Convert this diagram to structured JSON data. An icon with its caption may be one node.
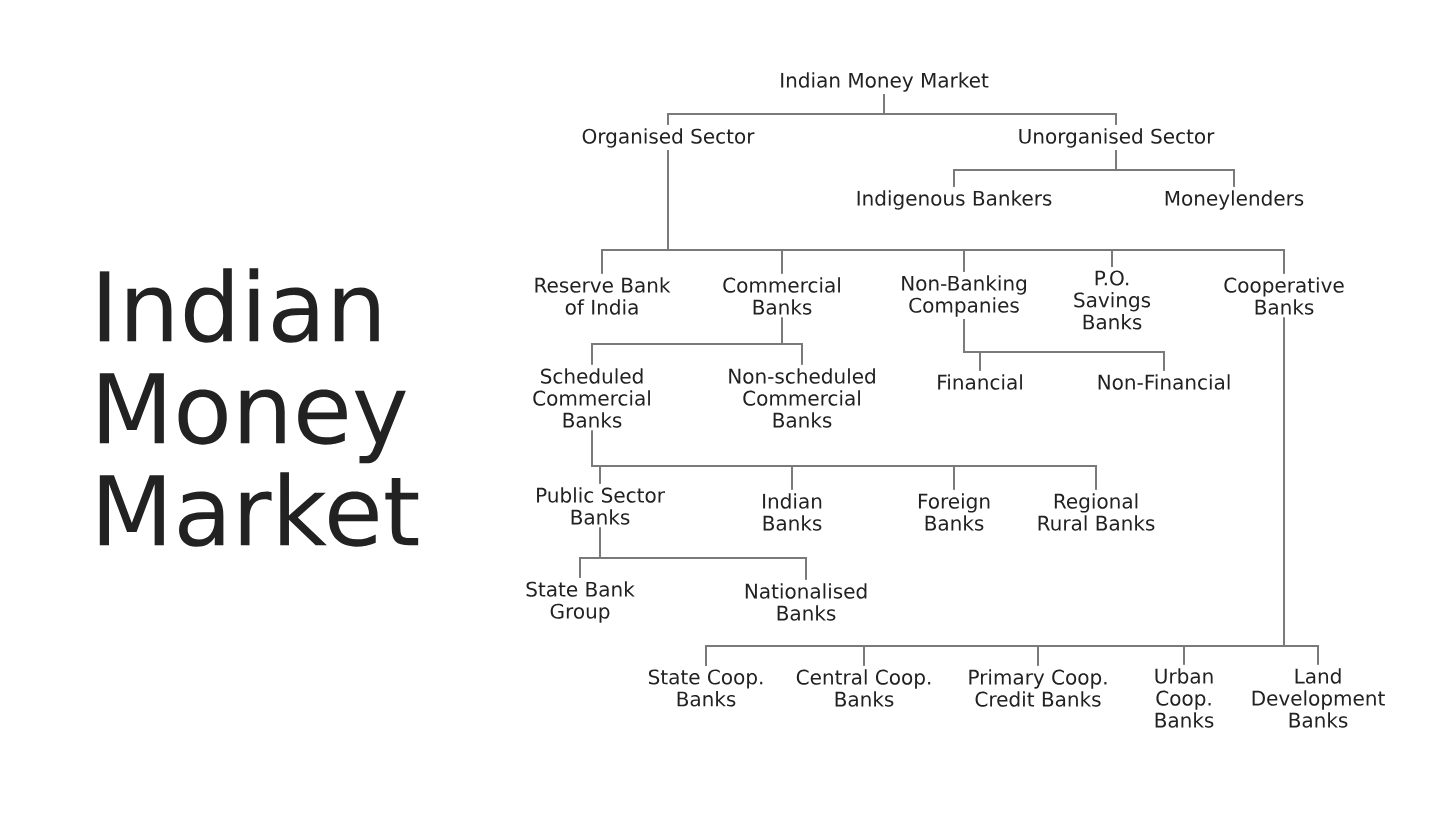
{
  "diagram": {
    "title": "Indian Money Market",
    "nodes": [
      {
        "text": [
          "Indian Money Market"
        ]
      },
      {
        "text": [
          "Organised Sector"
        ]
      },
      {
        "text": [
          "Unorganised Sector"
        ]
      },
      {
        "text": [
          "Indigenous Bankers"
        ]
      },
      {
        "text": [
          "Moneylenders"
        ]
      },
      {
        "text": [
          "Reserve Bank of India"
        ]
      },
      {
        "text": [
          "Commercial Banks"
        ]
      },
      {
        "text": [
          "Non-Banking Companies"
        ]
      },
      {
        "text": [
          "P.O. Savings Banks"
        ]
      },
      {
        "text": [
          "Cooperative Banks"
        ]
      },
      {
        "text": [
          "Scheduled Commercial Banks"
        ]
      },
      {
        "text": [
          "Non-scheduled Commercial Banks"
        ]
      },
      {
        "text": [
          "Financial"
        ]
      },
      {
        "text": [
          "Non-Financial"
        ]
      },
      {
        "text": [
          "Public Sector Banks"
        ]
      },
      {
        "text": [
          "Indian Banks"
        ]
      },
      {
        "text": [
          "Foreign Banks"
        ]
      },
      {
        "text": [
          "Regional Rural Banks"
        ]
      },
      {
        "text": [
          "State Bank Group"
        ]
      },
      {
        "text": [
          "Nationalised Banks"
        ]
      },
      {
        "text": [
          "State Coop. Banks"
        ]
      },
      {
        "text": [
          "Central Coop. Banks"
        ]
      },
      {
        "text": [
          "Primary Coop. Credit Banks"
        ]
      },
      {
        "text": [
          "Urban Coop. Banks"
        ]
      },
      {
        "text": [
          "Land Development Banks"
        ]
      }
    ],
    "edges": [
      {
        "from": 0,
        "to": 1,
        "arrow": "none"
      },
      {
        "from": 0,
        "to": 2,
        "arrow": "none"
      },
      {
        "from": 2,
        "to": 3,
        "arrow": "none"
      },
      {
        "from": 2,
        "to": 4,
        "arrow": "none"
      },
      {
        "from": 1,
        "to": 5,
        "arrow": "none"
      },
      {
        "from": 1,
        "to": 6,
        "arrow": "none"
      },
      {
        "from": 1,
        "to": 7,
        "arrow": "none"
      },
      {
        "from": 1,
        "to": 8,
        "arrow": "none"
      },
      {
        "from": 1,
        "to": 9,
        "arrow": "none"
      },
      {
        "from": 6,
        "to": 10,
        "arrow": "none"
      },
      {
        "from": 6,
        "to": 11,
        "arrow": "none"
      },
      {
        "from": 7,
        "to": 12,
        "arrow": "none"
      },
      {
        "from": 7,
        "to": 13,
        "arrow": "none"
      },
      {
        "from": 10,
        "to": 14,
        "arrow": "none"
      },
      {
        "from": 10,
        "to": 15,
        "arrow": "none"
      },
      {
        "from": 10,
        "to": 16,
        "arrow": "none"
      },
      {
        "from": 10,
        "to": 17,
        "arrow": "none"
      },
      {
        "from": 14,
        "to": 18,
        "arrow": "none"
      },
      {
        "from": 14,
        "to": 19,
        "arrow": "none"
      },
      {
        "from": 9,
        "to": 20,
        "arrow": "none"
      },
      {
        "from": 9,
        "to": 21,
        "arrow": "none"
      },
      {
        "from": 9,
        "to": 22,
        "arrow": "none"
      },
      {
        "from": 9,
        "to": 23,
        "arrow": "none"
      },
      {
        "from": 9,
        "to": 24,
        "arrow": "none"
      }
    ]
  }
}
